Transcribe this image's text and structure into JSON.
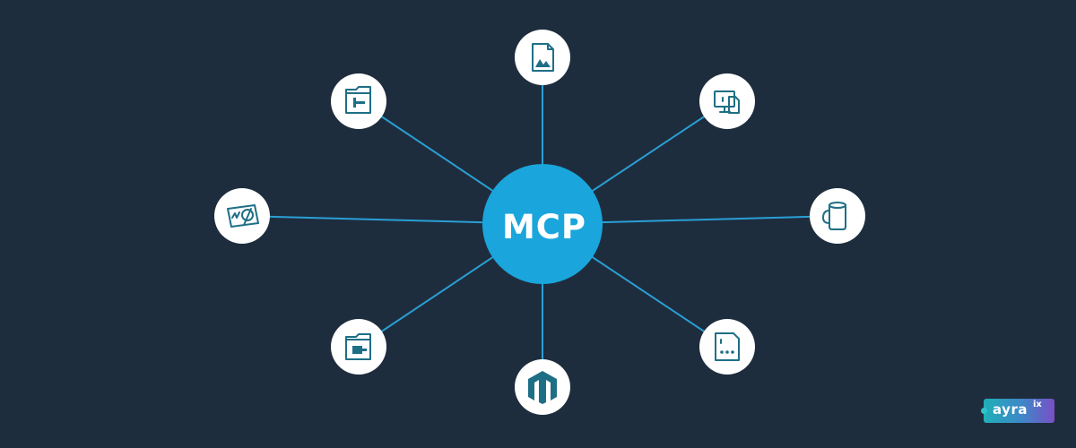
{
  "diagram": {
    "hub": {
      "label": "MCP",
      "color": "#1aa5dd"
    },
    "line_color": "#2a9fd6",
    "node_color": "#ffffff",
    "icon_color": "#1e6f86",
    "background": "#1e2d3d",
    "nodes": [
      {
        "id": "top",
        "icon": "image-file-icon"
      },
      {
        "id": "top-right",
        "icon": "monitor-file-icon"
      },
      {
        "id": "right",
        "icon": "mug-icon"
      },
      {
        "id": "bottom-right",
        "icon": "dotted-document-icon"
      },
      {
        "id": "bottom",
        "icon": "magento-logo-icon"
      },
      {
        "id": "bottom-left",
        "icon": "folder-plug-icon"
      },
      {
        "id": "left",
        "icon": "signature-tag-icon"
      },
      {
        "id": "top-left",
        "icon": "folder-minus-icon"
      }
    ]
  },
  "brand": {
    "name": "ayra",
    "superscript": "ix"
  }
}
